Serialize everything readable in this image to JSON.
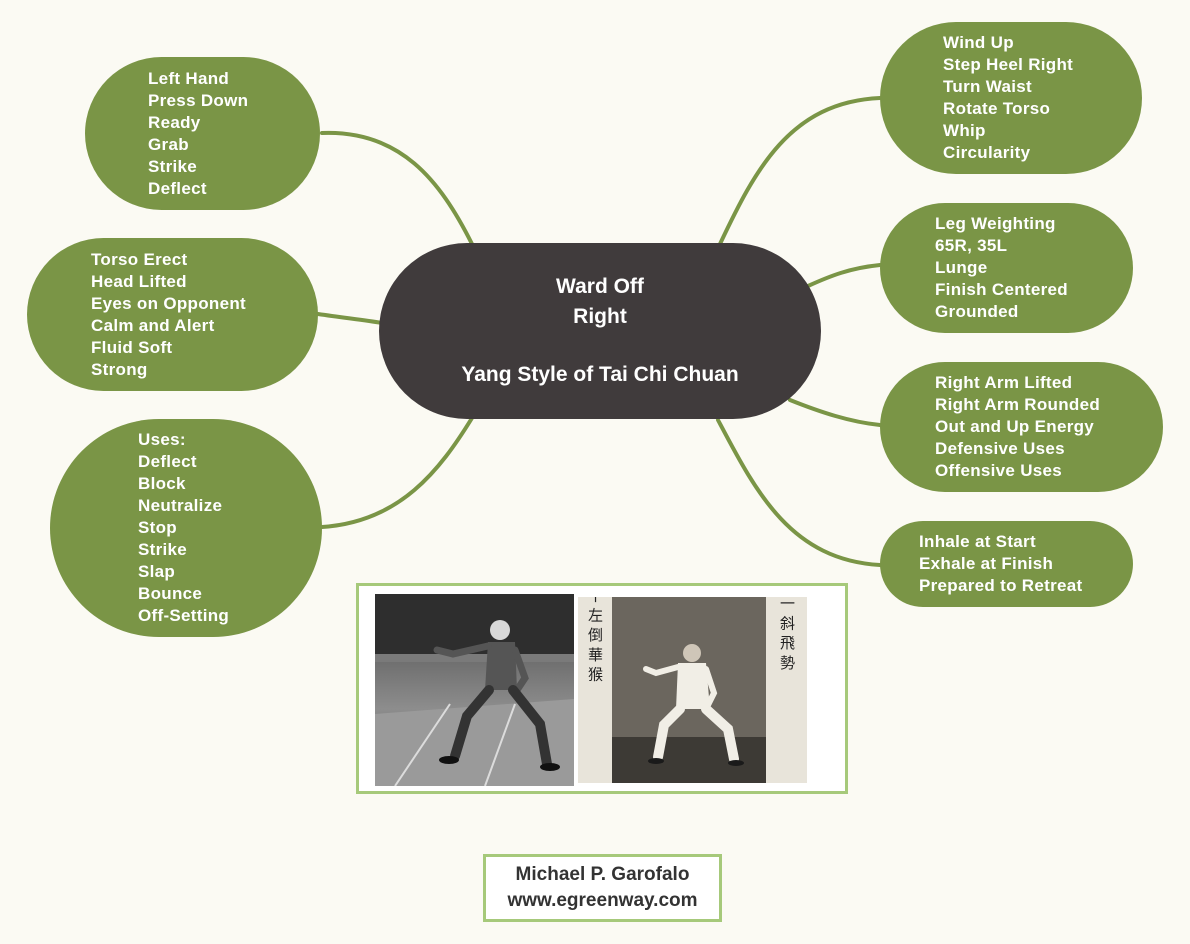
{
  "center": {
    "title_line1": "Ward Off",
    "title_line2": "Right",
    "subtitle": "Yang Style of Tai Chi Chuan"
  },
  "left_branches": [
    {
      "items": [
        "Left Hand",
        "Press Down",
        "Ready",
        "Grab",
        "Strike",
        "Deflect"
      ]
    },
    {
      "items": [
        "Torso Erect",
        "Head Lifted",
        "Eyes on Opponent",
        "Calm and Alert",
        "Fluid Soft",
        "Strong"
      ]
    },
    {
      "items": [
        "Uses:",
        "Deflect",
        "Block",
        "Neutralize",
        "Stop",
        "Strike",
        "Slap",
        "Bounce",
        "Off-Setting"
      ]
    }
  ],
  "right_branches": [
    {
      "items": [
        "Wind Up",
        "Step Heel Right",
        "Turn Waist",
        "Rotate Torso",
        "Whip",
        "Circularity"
      ]
    },
    {
      "items": [
        "Leg Weighting",
        "65R, 35L",
        "Lunge",
        "Finish Centered",
        "Grounded"
      ]
    },
    {
      "items": [
        "Right Arm Lifted",
        "Right Arm Rounded",
        "Out and Up Energy",
        "Defensive Uses",
        "Offensive Uses"
      ]
    },
    {
      "items": [
        "Inhale at Start",
        "Exhale at Finish",
        "Prepared to Retreat"
      ]
    }
  ],
  "photo": {
    "calligraphy_left": "二十 左 倒 華 猴",
    "calligraphy_right": "廿一 斜 飛 勢"
  },
  "signature": {
    "name": "Michael P. Garofalo",
    "website": "www.egreenway.com"
  },
  "colors": {
    "background": "#fbfaf3",
    "node_fill": "#7a9546",
    "center_fill": "#403b3c",
    "connector": "#7a9546",
    "frame_border": "#a6c97a",
    "text_light": "#ffffff",
    "text_dark": "#333333"
  }
}
